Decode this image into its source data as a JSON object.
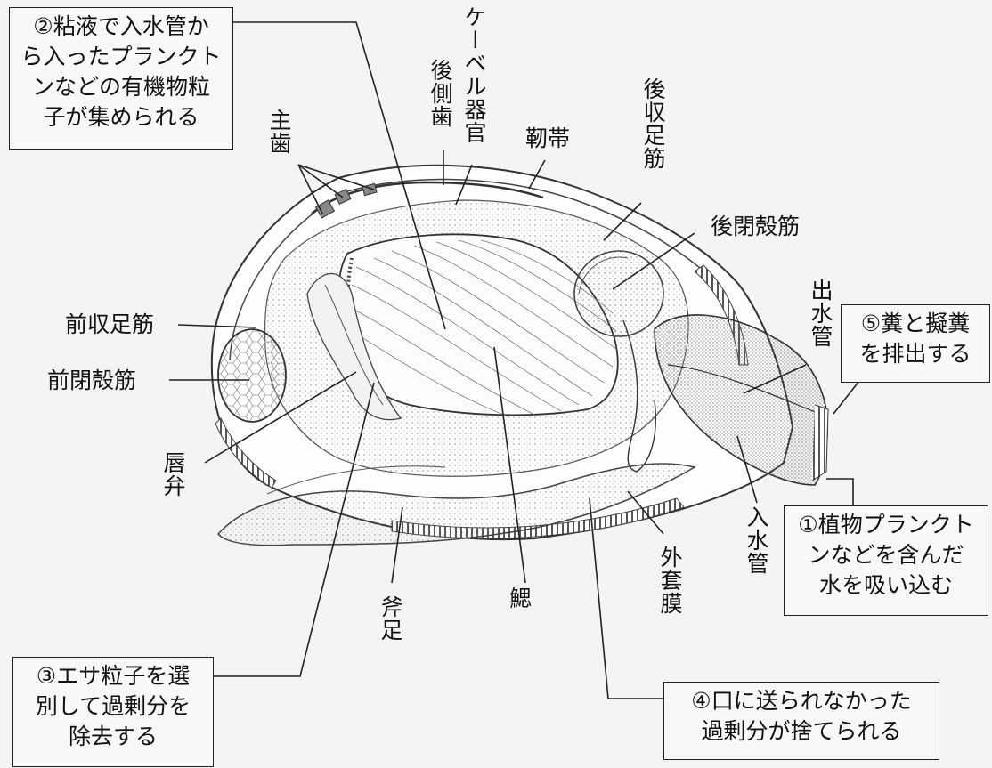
{
  "labels": {
    "main_teeth": "主歯",
    "posterior_lateral_teeth": "後側歯",
    "keber_organ": "ケーベル器官",
    "ligament": "靭帯",
    "posterior_retractor": "後収足筋",
    "posterior_adductor": "後閉殻筋",
    "excurrent_siphon": "出水管",
    "anterior_retractor": "前収足筋",
    "anterior_adductor": "前閉殻筋",
    "labial_palp": "唇弁",
    "foot": "斧足",
    "gill": "鰓",
    "mantle": "外套膜",
    "incurrent_siphon": "入水管"
  },
  "notes": {
    "note1": [
      "①植物プランクト",
      "ンなどを含んだ",
      "水を吸い込む"
    ],
    "note2": [
      "②粘液で入水管か",
      "ら入ったプランクト",
      "ンなどの有機物粒",
      "子が集められる"
    ],
    "note3": [
      "③エサ粒子を選",
      "別して過剰分を",
      "除去する"
    ],
    "note4": [
      "④口に送られなかった",
      "過剰分が捨てられる"
    ],
    "note5": [
      "⑤糞と擬糞",
      "を排出する"
    ]
  },
  "colors": {
    "ink": "#1a1a1a",
    "background": "#f4f4f2",
    "stipple": "#9a9a9a"
  }
}
